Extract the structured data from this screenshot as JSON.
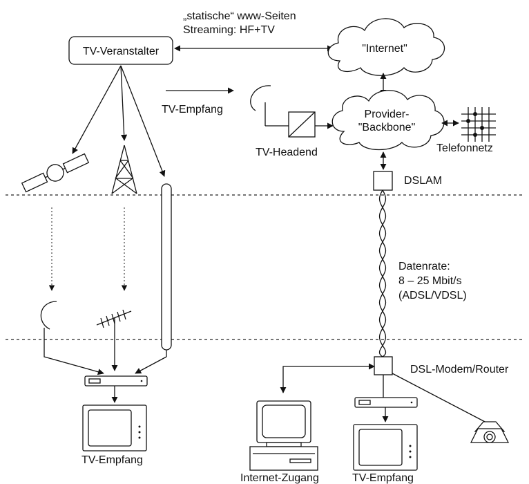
{
  "labels": {
    "tv_operator": "TV-Veranstalter",
    "static_pages_line1": "„statische“ www-Seiten",
    "static_pages_line2": "Streaming: HF+TV",
    "internet": "\"Internet\"",
    "tv_reception_top": "TV-Empfang",
    "provider_line1": "Provider-",
    "provider_line2": "\"Backbone\"",
    "telephone_network": "Telefonnetz",
    "tv_headend": "TV-Headend",
    "dslam": "DSLAM",
    "datarate_line1": "Datenrate:",
    "datarate_line2": "8 – 25 Mbit/s",
    "datarate_line3": "(ADSL/VDSL)",
    "dsl_modem": "DSL-Modem/Router",
    "tv_reception_left": "TV-Empfang",
    "internet_access": "Internet-Zugang",
    "tv_reception_right": "TV-Empfang"
  },
  "colors": {
    "stroke": "#111111",
    "background": "#ffffff"
  }
}
